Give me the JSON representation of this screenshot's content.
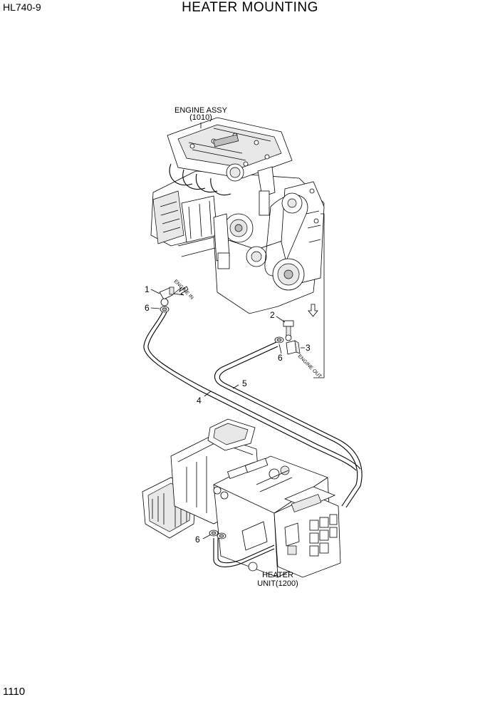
{
  "header": {
    "model": "HL740-9",
    "title": "HEATER MOUNTING"
  },
  "footer": {
    "page_number": "1110"
  },
  "labels": {
    "engine_assy_line1": "ENGINE ASSY",
    "engine_assy_line2": "(1010)",
    "heater_unit_line1": "HEATER",
    "heater_unit_line2": "UNIT(1200)",
    "engine_in": "ENGINE IN",
    "engine_out": "ENGINE OUT"
  },
  "callouts": {
    "c1": "1",
    "c2": "2",
    "c3": "3",
    "c4": "4",
    "c5": "5",
    "c6a": "6",
    "c6b": "6",
    "c6c": "6"
  }
}
